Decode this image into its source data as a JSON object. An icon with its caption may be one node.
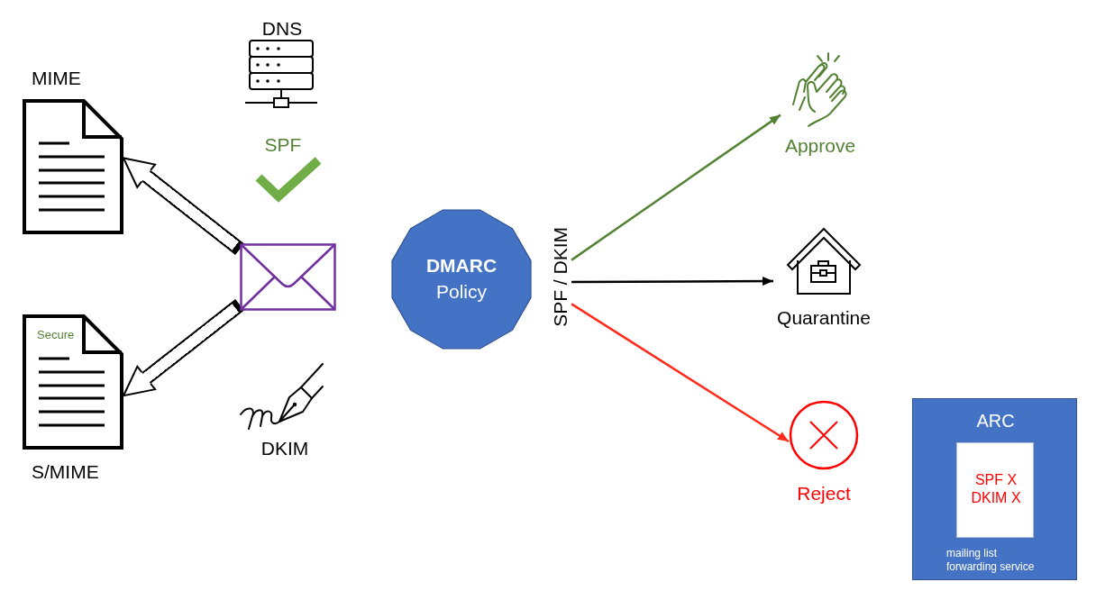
{
  "diagram": {
    "nodes": [
      {
        "text": [
          "MIME"
        ]
      },
      {
        "text": [
          "Secure",
          "S/MIME"
        ]
      },
      {
        "text": [],
        "shape": "envelope"
      },
      {
        "text": [
          "DMARC",
          "Policy"
        ]
      },
      {
        "text": [
          "SPF / DKIM"
        ]
      },
      {
        "text": [
          "Approve"
        ]
      },
      {
        "text": [
          "Quarantine"
        ]
      },
      {
        "text": [
          "Reject"
        ]
      },
      {
        "text": [
          "ARC",
          "mailing list forwarding service"
        ]
      },
      {
        "text": [
          "SPF X",
          "DKIM X"
        ],
        "in": 8
      }
    ],
    "edges": [
      {
        "from": 2,
        "to": 0,
        "arrow": "to",
        "style": "thick"
      },
      {
        "from": 2,
        "to": 1,
        "arrow": "to",
        "style": "thick"
      },
      {
        "from": 4,
        "to": 5,
        "arrow": "to",
        "color": "#548235"
      },
      {
        "from": 4,
        "to": 6,
        "arrow": "to"
      },
      {
        "from": 4,
        "to": 7,
        "arrow": "to",
        "color": "#ff2a1a"
      }
    ],
    "labels": [
      "DNS",
      "SPF",
      "DKIM"
    ]
  }
}
